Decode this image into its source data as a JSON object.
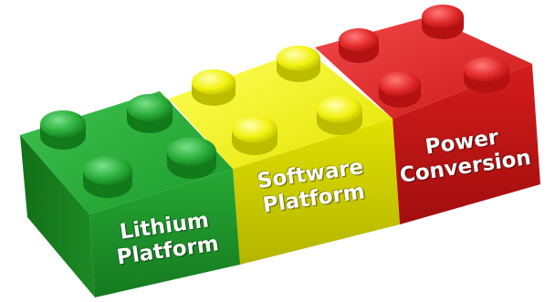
{
  "bricks": [
    {
      "id": "green",
      "name": "lithium-platform-brick",
      "lines": [
        "Lithium",
        "Platform"
      ],
      "color": "#1e9a32"
    },
    {
      "id": "yellow",
      "name": "software-platform-brick",
      "lines": [
        "Software",
        "Platform"
      ],
      "color": "#d6d600"
    },
    {
      "id": "red",
      "name": "power-conversion-brick",
      "lines": [
        "Power",
        "Conversion"
      ],
      "color": "#d01818"
    }
  ]
}
